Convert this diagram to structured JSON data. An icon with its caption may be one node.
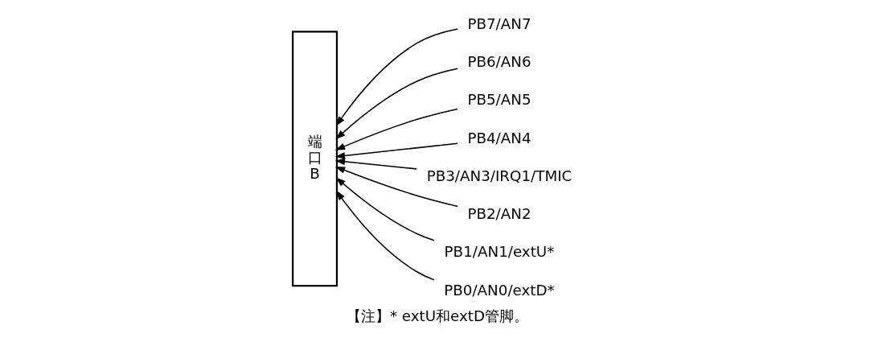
{
  "diagram": {
    "caption": "【注】* extU和extD管脚。",
    "nodes": [
      {
        "text": [
          "端口B"
        ]
      },
      {
        "text": [
          "PB7/AN7"
        ]
      },
      {
        "text": [
          "PB6/AN6"
        ]
      },
      {
        "text": [
          "PB5/AN5"
        ]
      },
      {
        "text": [
          "PB4/AN4"
        ]
      },
      {
        "text": [
          "PB3/AN3/IRQ1/TMIC"
        ]
      },
      {
        "text": [
          "PB2/AN2"
        ]
      },
      {
        "text": [
          "PB1/AN1/extU*"
        ]
      },
      {
        "text": [
          "PB0/AN0/extD*"
        ]
      }
    ],
    "edges": [
      {
        "from": 1,
        "to": 0,
        "arrow": "to"
      },
      {
        "from": 2,
        "to": 0,
        "arrow": "to"
      },
      {
        "from": 3,
        "to": 0,
        "arrow": "to"
      },
      {
        "from": 4,
        "to": 0,
        "arrow": "to"
      },
      {
        "from": 5,
        "to": 0,
        "arrow": "to"
      },
      {
        "from": 6,
        "to": 0,
        "arrow": "to"
      },
      {
        "from": 7,
        "to": 0,
        "arrow": "to"
      },
      {
        "from": 8,
        "to": 0,
        "arrow": "to"
      }
    ]
  }
}
